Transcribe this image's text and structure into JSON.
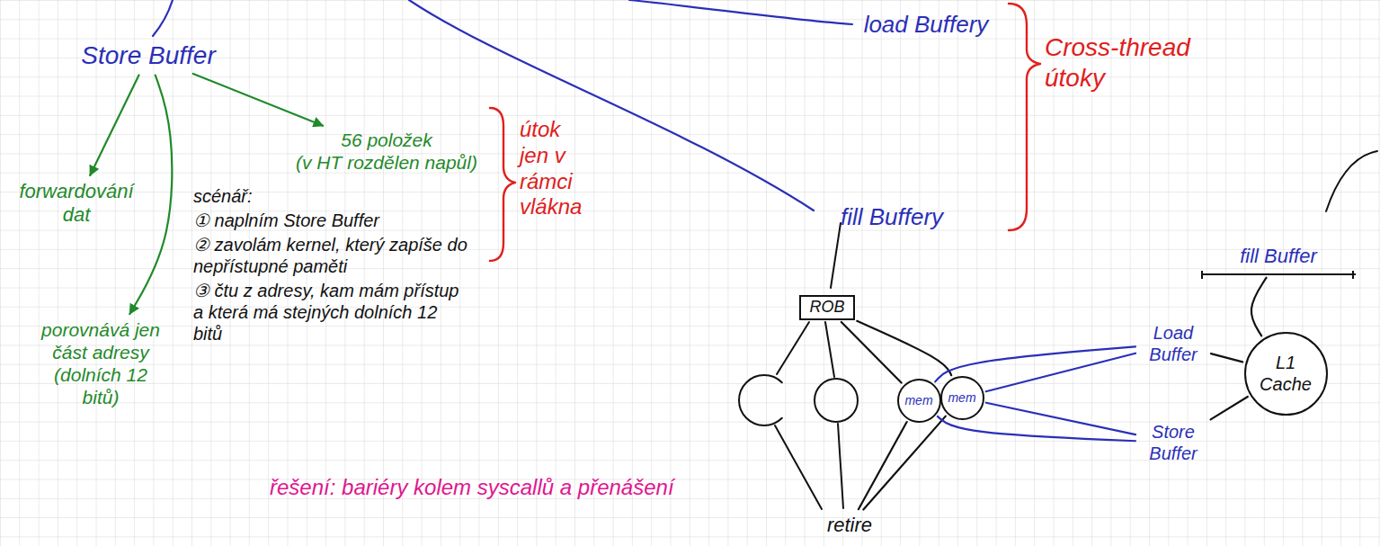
{
  "diagram": {
    "nodes": [
      {
        "text": [
          "Store Buffer"
        ]
      },
      {
        "text": [
          "forwardování dat"
        ]
      },
      {
        "text": [
          "56 položek",
          "(v HT rozdělen napůl)"
        ]
      },
      {
        "text": [
          "porovnává jen část adresy",
          "(dolních 12 bitů)"
        ]
      },
      {
        "text": [
          "load Buffery"
        ]
      },
      {
        "text": [
          "fill Buffery"
        ]
      },
      {
        "text": [
          "ROB"
        ]
      },
      {
        "text": [
          "mem"
        ]
      },
      {
        "text": [
          "mem"
        ]
      },
      {
        "text": [
          "retire"
        ]
      },
      {
        "text": [
          "L1 Cache"
        ]
      },
      {
        "text": [
          "Load Buffer"
        ]
      },
      {
        "text": [
          "Store Buffer"
        ]
      },
      {
        "text": [
          "fill Buffer"
        ]
      }
    ],
    "edges": [
      {
        "from": 0,
        "to": 1,
        "arrow": "to"
      },
      {
        "from": 0,
        "to": 2,
        "arrow": "to"
      },
      {
        "from": 0,
        "to": 3,
        "arrow": "to"
      },
      {
        "from": 6,
        "to": 7,
        "arrow": "none"
      },
      {
        "from": 6,
        "to": 8,
        "arrow": "none"
      },
      {
        "from": 7,
        "to": 9,
        "arrow": "none"
      },
      {
        "from": 8,
        "to": 9,
        "arrow": "none"
      },
      {
        "from": 11,
        "to": 7,
        "arrow": "none"
      },
      {
        "from": 11,
        "to": 8,
        "arrow": "none"
      },
      {
        "from": 12,
        "to": 7,
        "arrow": "none"
      },
      {
        "from": 12,
        "to": 8,
        "arrow": "none"
      },
      {
        "from": 11,
        "to": 10,
        "arrow": "none"
      },
      {
        "from": 12,
        "to": 10,
        "arrow": "none"
      },
      {
        "from": 13,
        "to": 10,
        "arrow": "none"
      }
    ],
    "labels": [
      "Cross-thread útoky",
      "útok jen v rámci vlákna",
      "scénář:",
      "① naplním Store Buffer",
      "② zavolám kernel, který zapíše do nepřístupné paměti",
      "③ čtu z adresy, kam mám přístup a která má stejných dolních 12 bitů",
      "řešení: bariéry kolem syscallů a přenášení"
    ]
  }
}
